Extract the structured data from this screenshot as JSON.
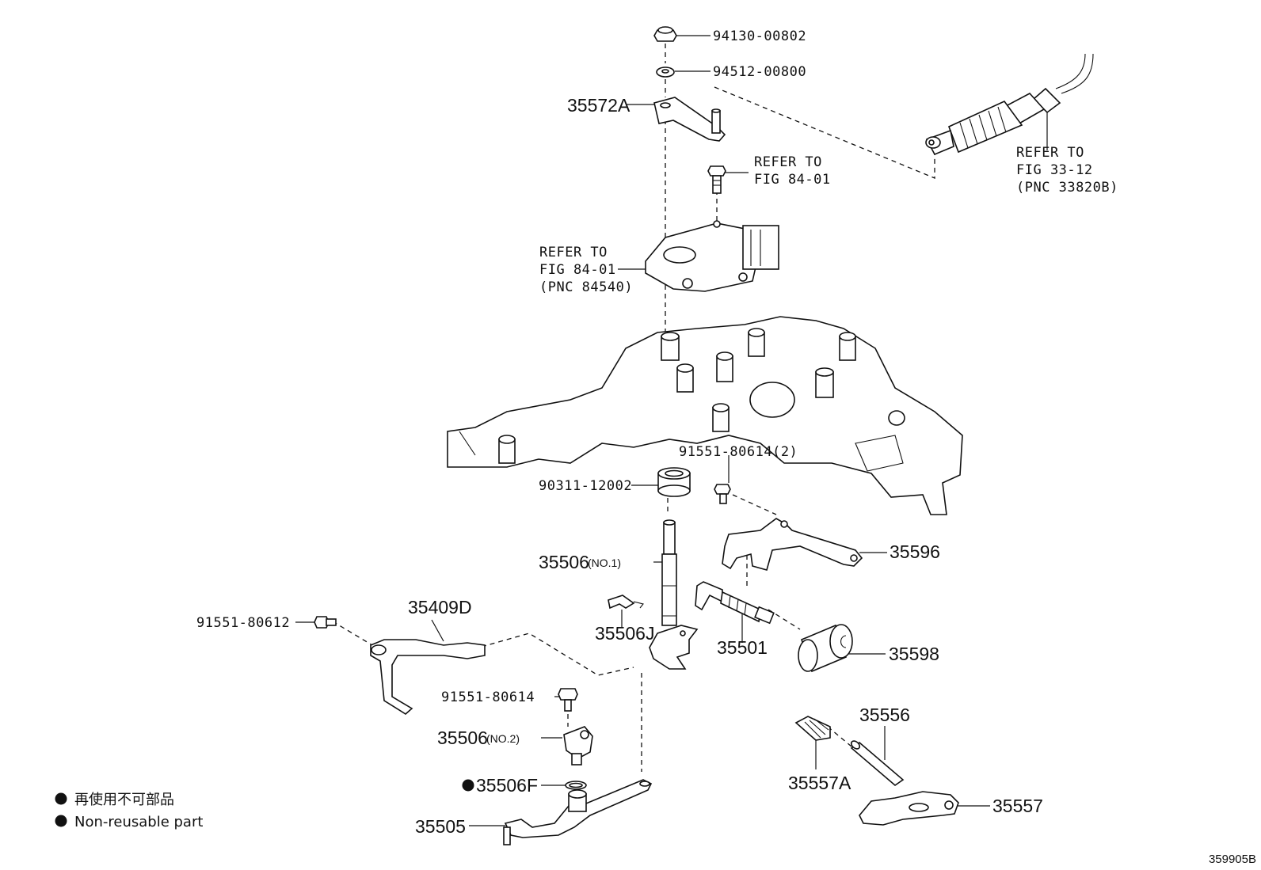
{
  "callouts": {
    "p94130": "94130-00802",
    "p94512": "94512-00800",
    "p35572A": "35572A",
    "refer1_l1": "REFER TO",
    "refer1_l2": "FIG 84-01",
    "refer2_l1": "REFER TO",
    "refer2_l2": "FIG 84-01",
    "refer2_l3": "(PNC 84540)",
    "refer3_l1": "REFER TO",
    "refer3_l2": "FIG 33-12",
    "refer3_l3": "(PNC 33820B)",
    "p91551_2": "91551-80614(2)",
    "p90311": "90311-12002",
    "p35596": "35596",
    "p35506_no1": "35506",
    "p35506_no1_suffix": "(NO.1)",
    "p35506J": "35506J",
    "p35409D": "35409D",
    "p91551_80612": "91551-80612",
    "p35501": "35501",
    "p35598": "35598",
    "p91551_80614": "91551-80614",
    "p35506_no2": "35506",
    "p35506_no2_suffix": "(NO.2)",
    "p35506F": "35506F",
    "p35505": "35505",
    "p35556": "35556",
    "p35557A": "35557A",
    "p35557": "35557"
  },
  "legend": {
    "line_jp": "再使用不可部品",
    "line_en": "Non-reusable part"
  },
  "figure_id": "359905B",
  "colors": {
    "ink": "#111111",
    "background": "#ffffff"
  },
  "icons": {
    "non_reusable_marker": "filled-circle-icon"
  }
}
